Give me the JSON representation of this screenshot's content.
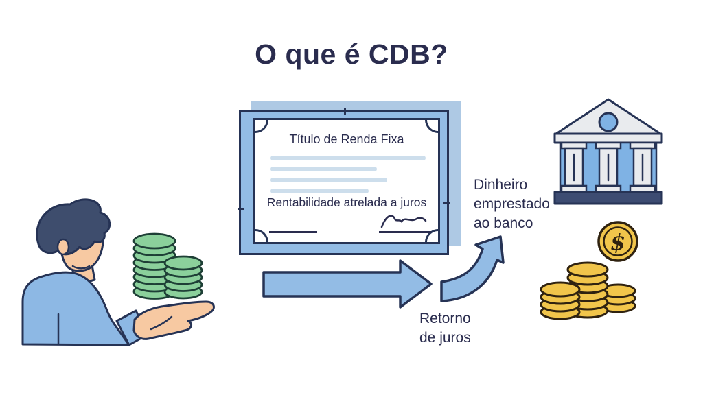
{
  "title": "O que é CDB?",
  "certificate": {
    "heading": "Título de Renda Fixa",
    "subheading": "Rentabilidade atrelada a juros"
  },
  "annotations": {
    "loan": "Dinheiro\nemprestado\nao banco",
    "interest_return": "Retorno\nde juros"
  },
  "coin_symbol": "$",
  "icons": {
    "investor": "person-offering-hand-icon",
    "savings": "green-coin-stack-icon",
    "certificate": "fixed-income-certificate",
    "bank": "bank-building-icon",
    "money": "gold-coin-stack-icon",
    "flow_right": "right-arrow-icon",
    "flow_up": "curved-up-arrow-icon"
  },
  "colors": {
    "ink": "#2a2c4e",
    "outline": "#263355",
    "light_blue": "#93bce5",
    "back_card": "#aec9e4",
    "placeholder": "#cddeec",
    "skin": "#f7c9a2",
    "hair": "#3e4d6d",
    "shirt": "#8db8e4",
    "green": "#8bd09b",
    "green_outline": "#1e3f36",
    "gold": "#f1c54b",
    "gold_outline": "#2f2210",
    "stone": "#e9ebee",
    "bank_blue": "#7fb2e4",
    "bank_base": "#3d4c72"
  }
}
